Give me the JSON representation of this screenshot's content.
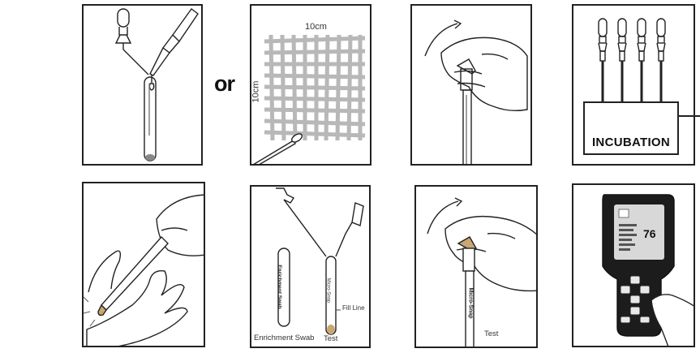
{
  "steps": {
    "or_label": "or",
    "surface_size_horizontal": "10cm",
    "surface_size_vertical": "10cm",
    "incubation_label": "INCUBATION",
    "enrichment_tube_text": "Enrichment Swab",
    "enrichment_swab_label": "Enrichment Swab",
    "test_label": "Test",
    "fill_line_label": "Fill Line",
    "microsnap_tube_text": "Micro-Snap",
    "test_label_2": "Test",
    "device_reading": "76"
  },
  "colors": {
    "line": "#222222",
    "grid": "#b8b8b8",
    "swab_tip": "#c9a772",
    "device_body": "#1c1c1c",
    "screen": "#d8d8d8"
  },
  "icons": [
    "pipette-icon",
    "swab-icon",
    "hand-icon",
    "test-tube-icon",
    "luminometer-icon"
  ]
}
